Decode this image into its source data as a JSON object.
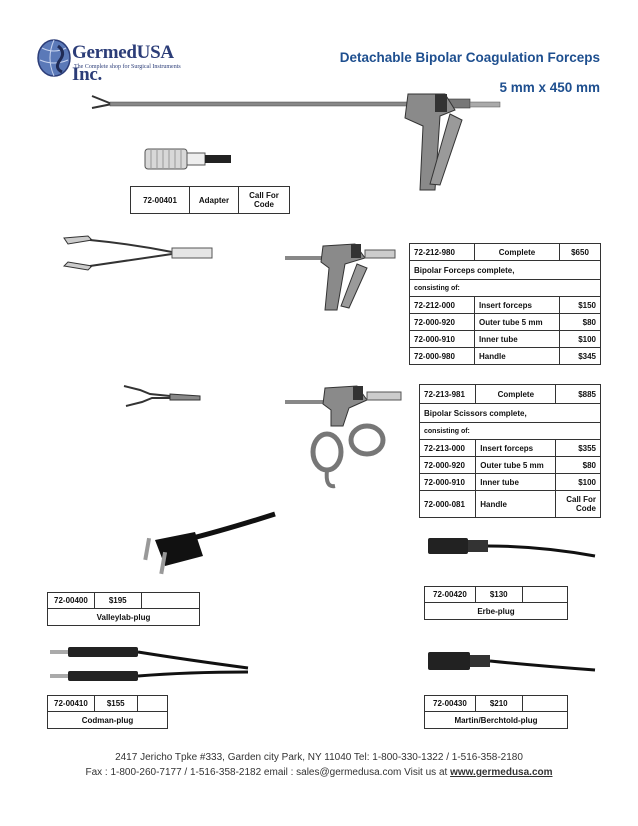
{
  "header": {
    "logo_name": "GermedUSA Inc.",
    "logo_tagline": "The Complete shop for Surgical Instruments",
    "title": "Detachable Bipolar Coagulation Forceps",
    "subtitle": "5 mm x 450 mm"
  },
  "adapter": {
    "code": "72-00401",
    "name": "Adapter",
    "price": "Call For Code"
  },
  "forceps_set": {
    "code": "72-212-980",
    "label": "Complete",
    "price": "$650",
    "description": "Bipolar Forceps complete,",
    "consisting": "consisting of:",
    "parts": [
      {
        "code": "72-212-000",
        "name": "Insert forceps",
        "price": "$150"
      },
      {
        "code": "72-000-920",
        "name": "Outer tube 5 mm",
        "price": "$80"
      },
      {
        "code": "72-000-910",
        "name": "Inner tube",
        "price": "$100"
      },
      {
        "code": "72-000-980",
        "name": "Handle",
        "price": "$345"
      }
    ]
  },
  "scissors_set": {
    "code": "72-213-981",
    "label": "Complete",
    "price": "$885",
    "description": "Bipolar Scissors complete,",
    "consisting": "consisting of:",
    "parts": [
      {
        "code": "72-213-000",
        "name": "Insert forceps",
        "price": "$355"
      },
      {
        "code": "72-000-920",
        "name": "Outer tube 5 mm",
        "price": "$80"
      },
      {
        "code": "72-000-910",
        "name": "Inner tube",
        "price": "$100"
      },
      {
        "code": "72-000-081",
        "name": "Handle",
        "price": "Call For Code"
      }
    ]
  },
  "plugs": {
    "valleylab": {
      "code": "72-00400",
      "price": "$195",
      "name": "Valleylab-plug"
    },
    "codman": {
      "code": "72-00410",
      "price": "$155",
      "name": "Codman-plug"
    },
    "erbe": {
      "code": "72-00420",
      "price": "$130",
      "name": "Erbe-plug"
    },
    "martin": {
      "code": "72-00430",
      "price": "$210",
      "name": "Martin/Berchtold-plug"
    }
  },
  "footer": {
    "line1": "2417 Jericho Tpke #333, Garden city Park, NY 11040 Tel: 1-800-330-1322 / 1-516-358-2180",
    "line2": "Fax : 1-800-260-7177 / 1-516-358-2182 email : sales@germedusa.com Visit us at",
    "website": "www.germedusa.com"
  }
}
